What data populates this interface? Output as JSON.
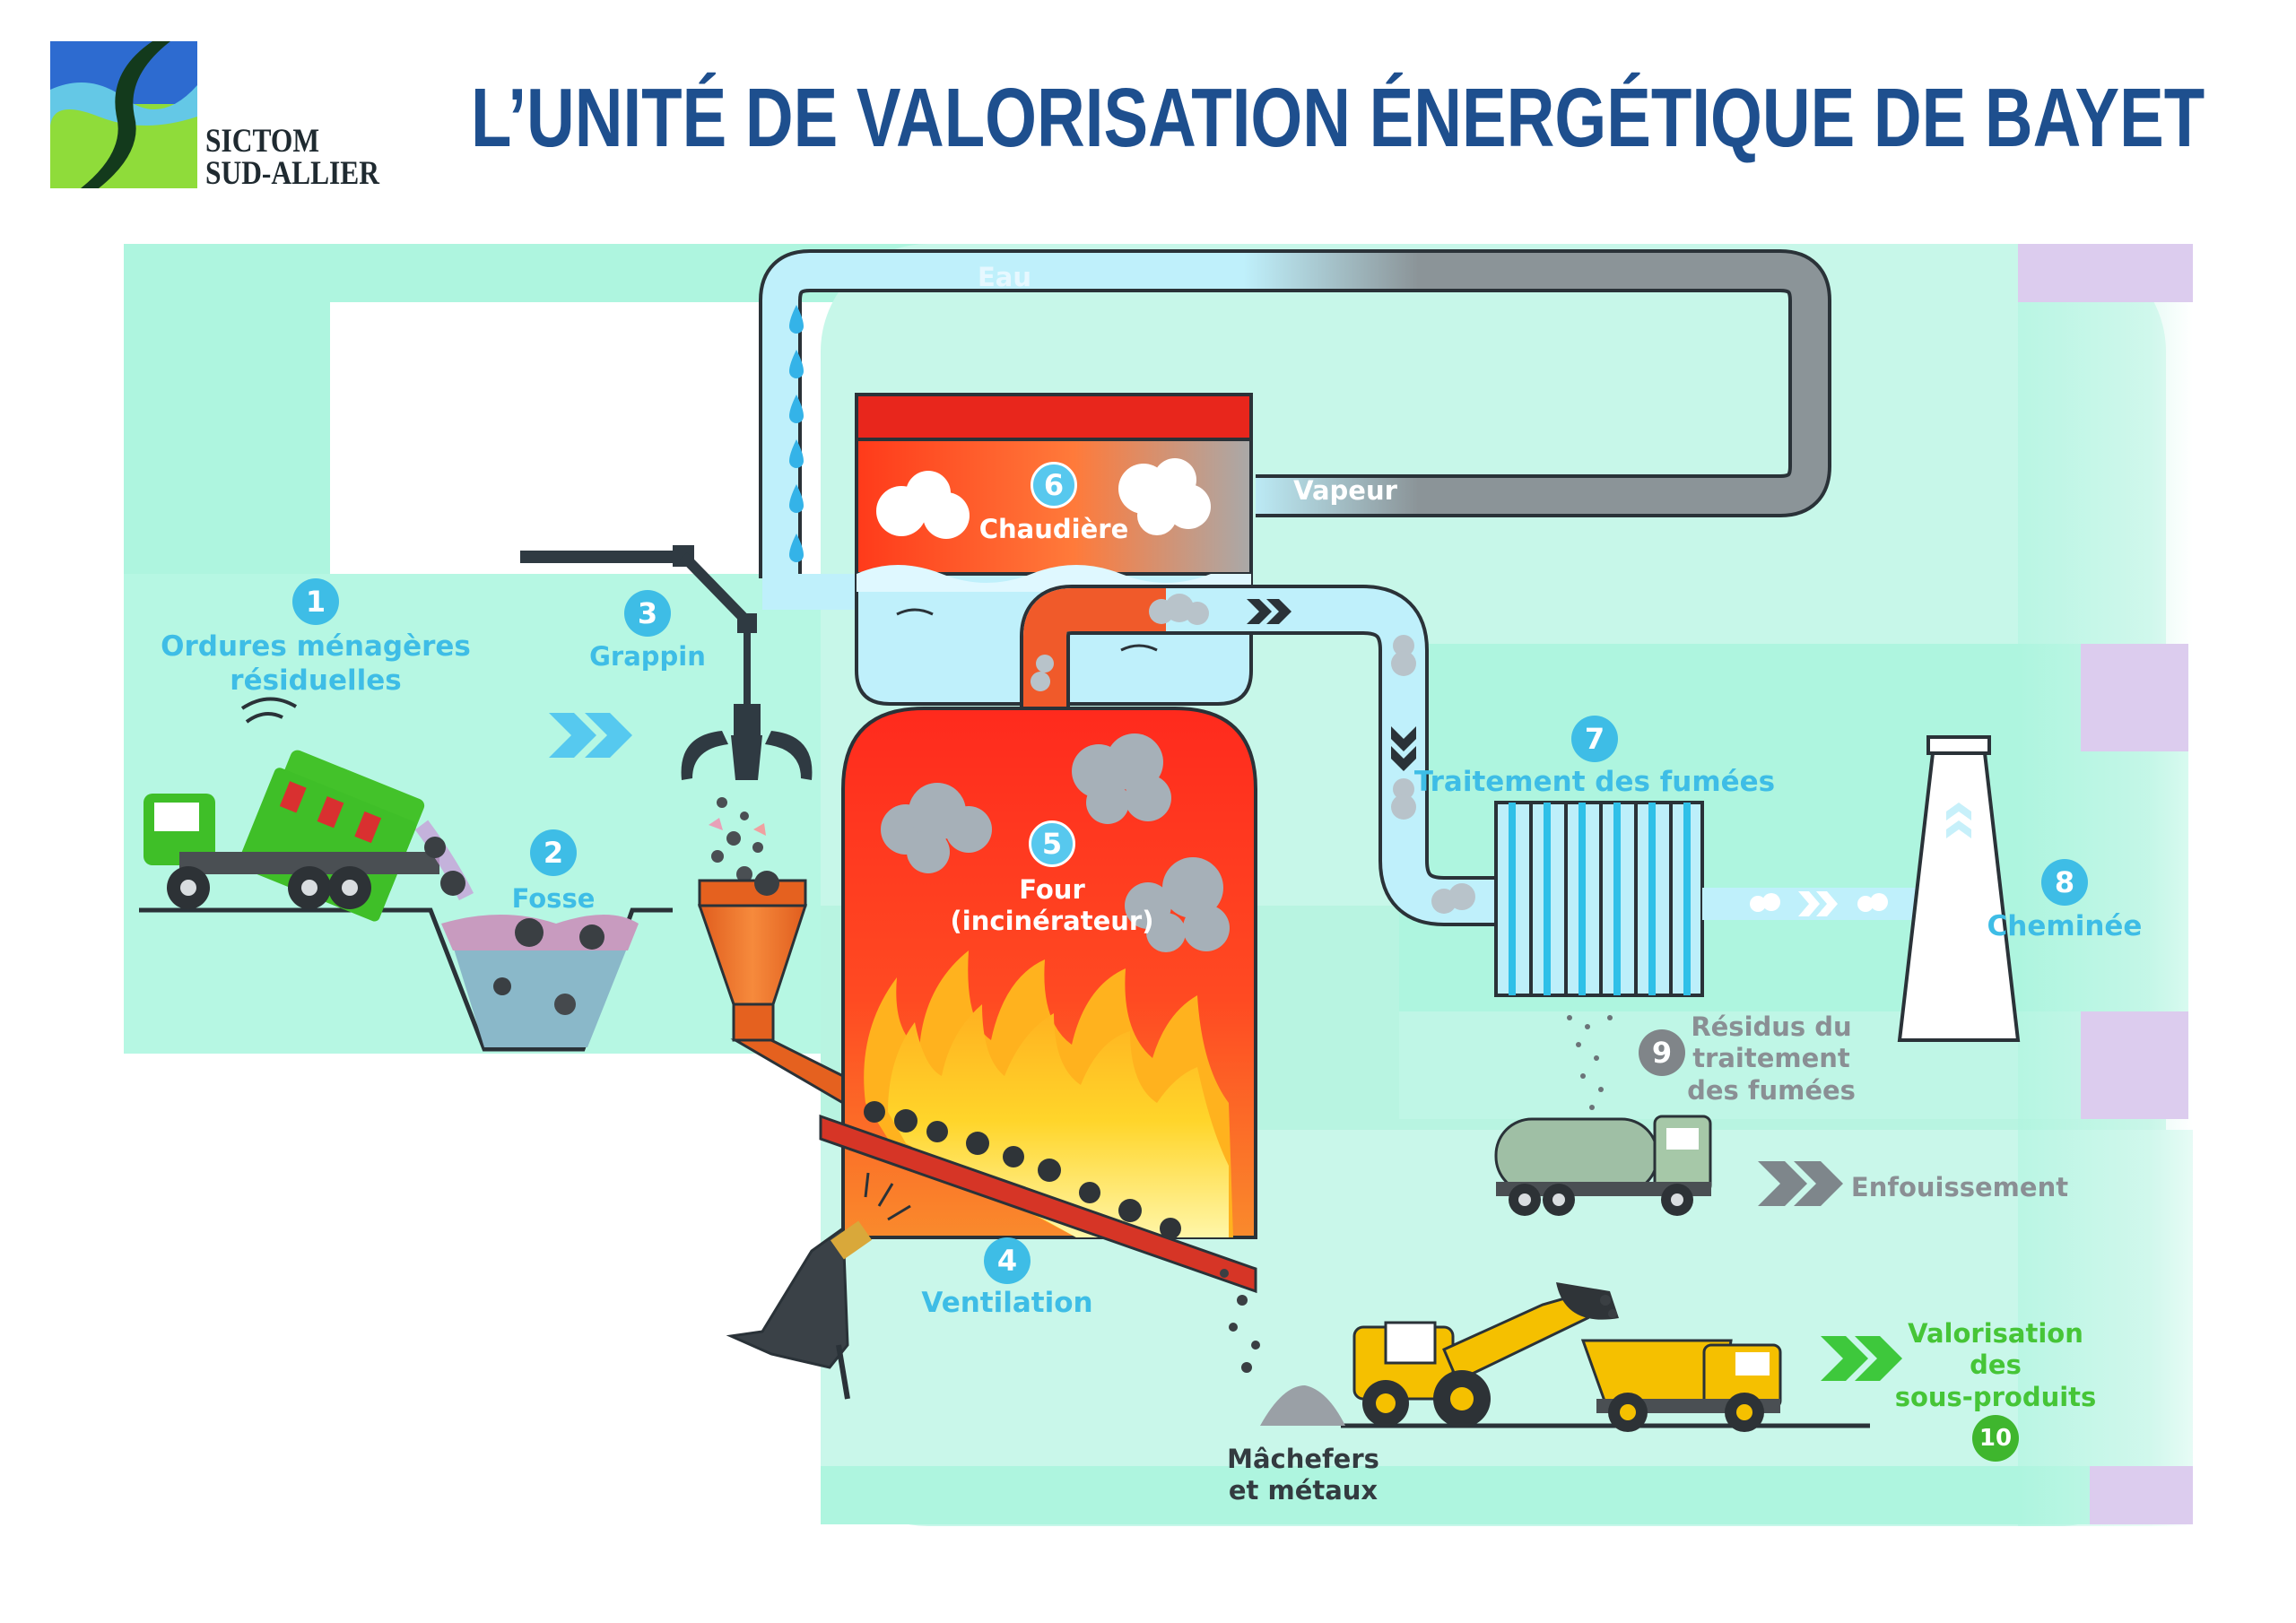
{
  "title": "L’UNITÉ DE VALORISATION ÉNERGÉTIQUE DE BAYET",
  "brand": {
    "line1": "SICTOM",
    "line2": "SUD-ALLIER"
  },
  "pipes": {
    "water": "Eau",
    "steam": "Vapeur"
  },
  "steps": [
    {
      "num": "1",
      "label": "Ordures ménagères résiduelles",
      "line1": "Ordures ménagères",
      "line2": "résiduelles"
    },
    {
      "num": "2",
      "label": "Fosse"
    },
    {
      "num": "3",
      "label": "Grappin"
    },
    {
      "num": "4",
      "label": "Ventilation"
    },
    {
      "num": "5",
      "line1": "Four",
      "line2": "(incinérateur)"
    },
    {
      "num": "6",
      "label": "Chaudière"
    },
    {
      "num": "7",
      "label": "Traitement des fumées"
    },
    {
      "num": "8",
      "label": "Cheminée"
    },
    {
      "num": "9",
      "line1": "Résidus du",
      "line2": "traitement",
      "line3": "des fumées"
    },
    {
      "num": "10",
      "line1": "Valorisation",
      "line2": "des",
      "line3": "sous-produits"
    }
  ],
  "outputs": {
    "landfill": "Enfouissement",
    "bottom_ash_line1": "Mâchefers",
    "bottom_ash_line2": "et métaux"
  },
  "colors": {
    "title": "#1e4f8e",
    "step_blue": "#3ebde6",
    "step_grey": "#808589",
    "step_green": "#3fb62e",
    "background": "#aef5df",
    "accent_lilac": "#dcccee"
  },
  "icons": [
    "logo-icon",
    "garbage-truck-icon",
    "claw-grapple-icon",
    "hopper-icon",
    "furnace-icon",
    "flame-icon",
    "boiler-icon",
    "filter-icon",
    "chimney-icon",
    "fan-icon",
    "tanker-truck-icon",
    "loader-icon",
    "dump-truck-icon",
    "chevron-right-icon",
    "water-drop-icon",
    "smoke-icon"
  ]
}
